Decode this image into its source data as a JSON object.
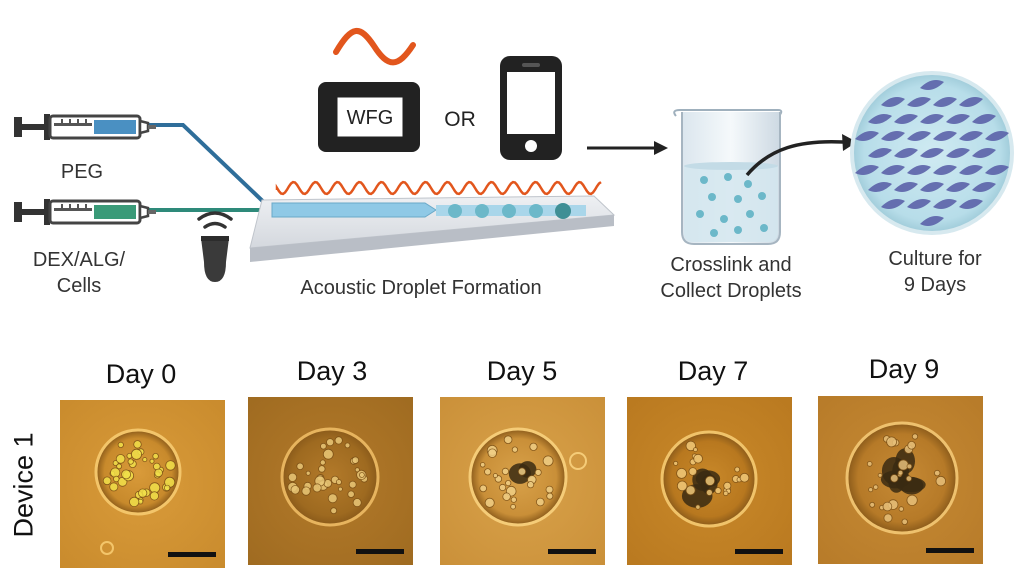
{
  "labels": {
    "peg": "PEG",
    "dex_line1": "DEX/ALG/",
    "dex_line2": "Cells",
    "wfg": "WFG",
    "or": "OR",
    "acoustic": "Acoustic Droplet Formation",
    "crosslink_line1": "Crosslink and",
    "crosslink_line2": "Collect Droplets",
    "culture_line1": "Culture for",
    "culture_line2": "9 Days"
  },
  "device_label": "Device 1",
  "days": [
    "Day 0",
    "Day 3",
    "Day 5",
    "Day 7",
    "Day 9"
  ],
  "colors": {
    "peg_fluid": "#4a90c2",
    "dex_fluid": "#3a9a78",
    "tubing_blue": "#2f6e9a",
    "tubing_green": "#2e8a7a",
    "wave": "#e2561d",
    "channel": "#8fc9e6",
    "droplet": "#6cb8c9",
    "cell": "#5b62a8"
  },
  "icons": [
    "syringe-icon",
    "speaker-icon",
    "monitor-icon",
    "phone-icon",
    "beaker-icon",
    "petri-dish-icon",
    "arrow-icon",
    "scale-bar-icon"
  ]
}
